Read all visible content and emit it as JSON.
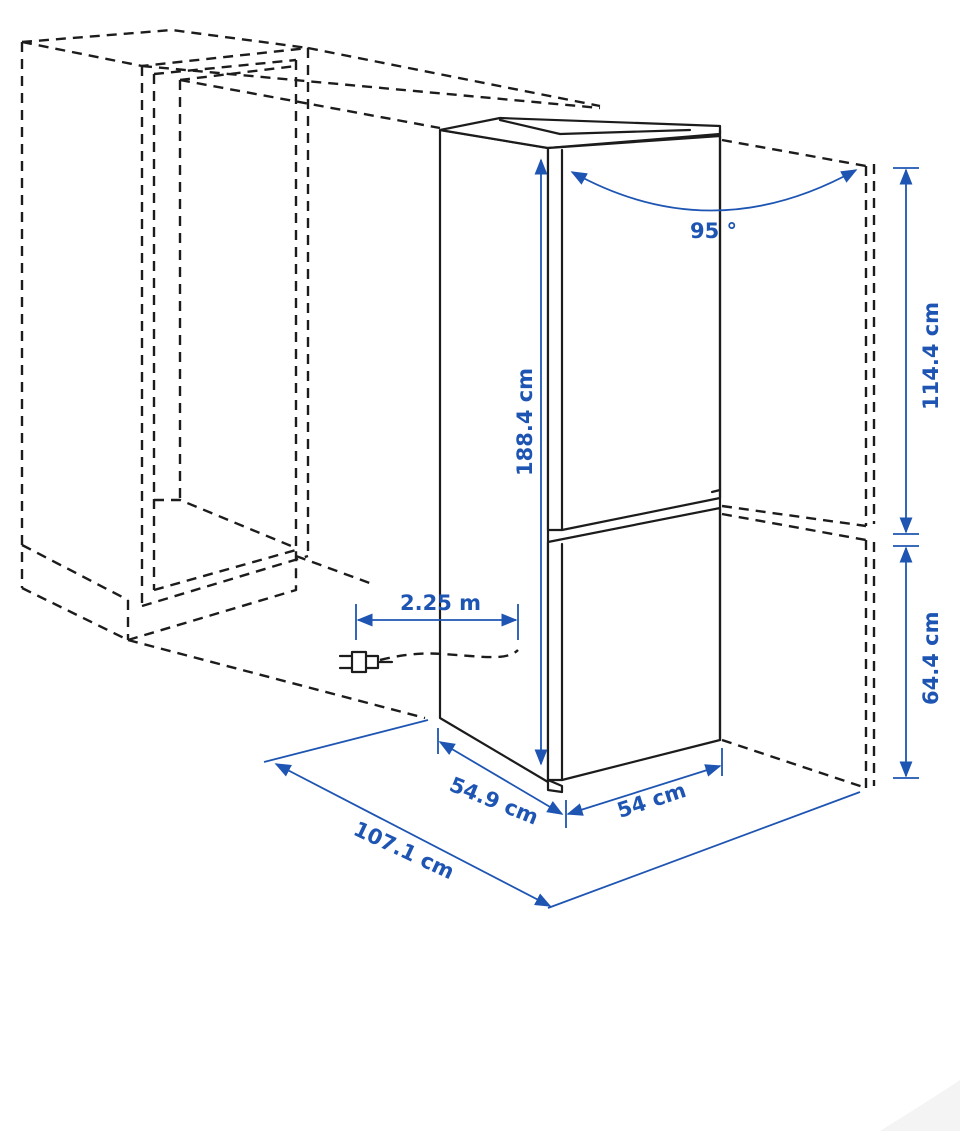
{
  "dimensions": {
    "door_swing": "95 °",
    "total_height": "188.4 cm",
    "upper_section": "114.4 cm",
    "lower_section": "64.4 cm",
    "cord_length": "2.25 m",
    "depth": "54.9 cm",
    "width": "54 cm",
    "door_open_depth": "107.1 cm"
  },
  "colors": {
    "dimension": "#1e55b3",
    "line": "#1c1c1c",
    "background": "#ffffff"
  }
}
